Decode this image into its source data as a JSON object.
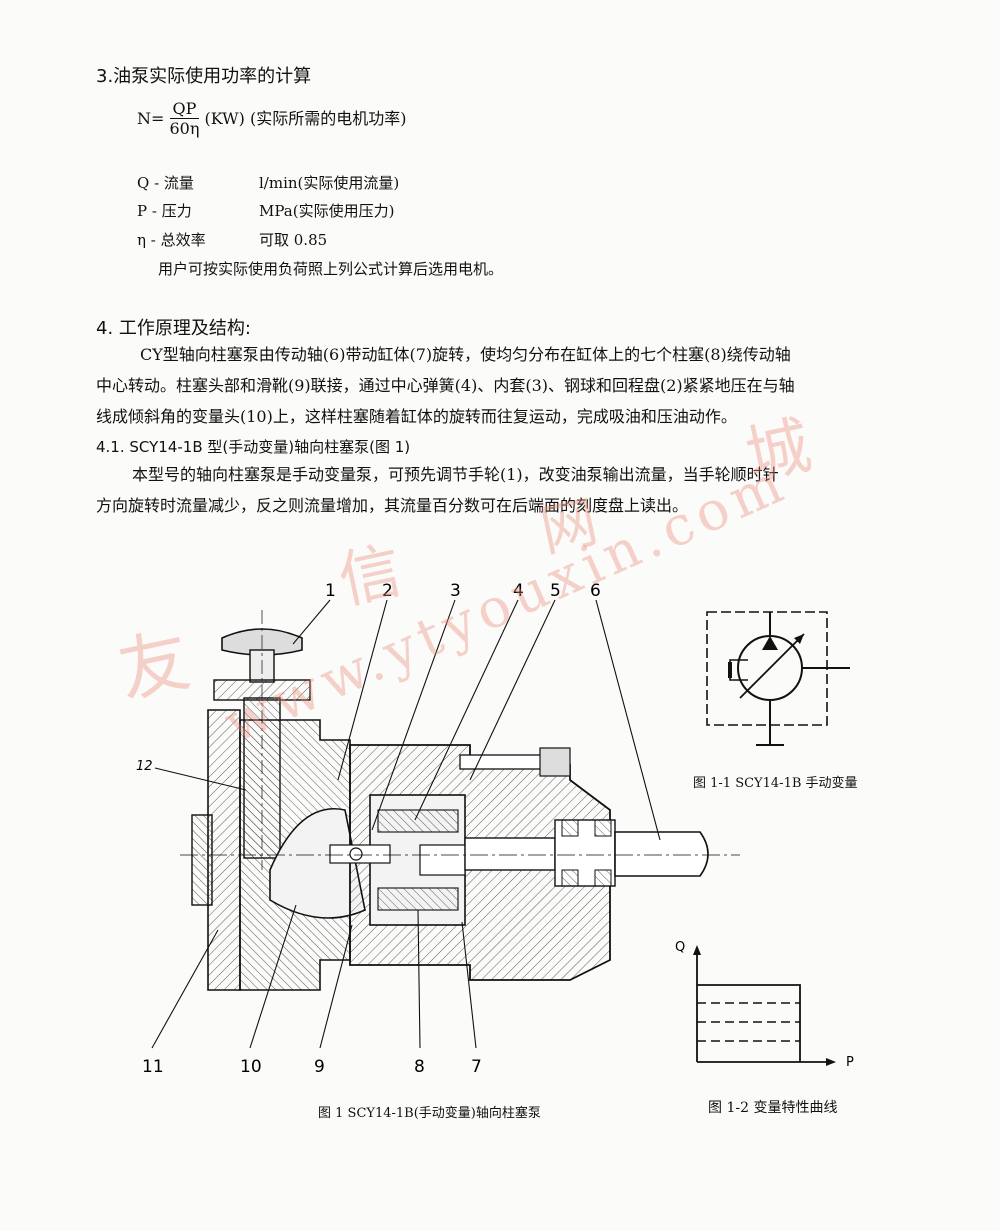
{
  "section3": {
    "title": "3.油泵实际使用功率的计算",
    "formula": {
      "lhs": "N=",
      "numerator": "QP",
      "denominator": "60η",
      "unit": "(KW)",
      "note": "(实际所需的电机功率)"
    },
    "definitions": [
      {
        "symbol": "Q - 流量",
        "desc": "l/min(实际使用流量)"
      },
      {
        "symbol": "P - 压力",
        "desc": "MPa(实际使用压力)"
      },
      {
        "symbol": "η - 总效率",
        "desc": "可取 0.85"
      }
    ],
    "note": "用户可按实际使用负荷照上列公式计算后选用电机。"
  },
  "section4": {
    "title": "4. 工作原理及结构:",
    "paragraph_lines": [
      "CY型轴向柱塞泵由传动轴(6)带动缸体(7)旋转，使均匀分布在缸体上的七个柱塞(8)绕传动轴",
      "中心转动。柱塞头部和滑靴(9)联接，通过中心弹簧(4)、内套(3)、钢球和回程盘(2)紧紧地压在与轴",
      "线成倾斜角的变量头(10)上，这样柱塞随着缸体的旋转而往复运动，完成吸油和压油动作。"
    ]
  },
  "section41": {
    "title": "4.1.  SCY14-1B 型(手动变量)轴向柱塞泵(图 1)",
    "paragraph_lines": [
      "本型号的轴向柱塞泵是手动变量泵，可预先调节手轮(1)，改变油泵输出流量，当手轮顺时针",
      "方向旋转时流量减少，反之则流量增加，其流量百分数可在后端面的刻度盘上读出。"
    ]
  },
  "figure1": {
    "caption": "图 1  SCY14-1B(手动变量)轴向柱塞泵",
    "top_labels": [
      "1",
      "2",
      "3",
      "4",
      "5",
      "6"
    ],
    "left_label": "12",
    "bottom_labels": [
      "11",
      "10",
      "9",
      "8",
      "7"
    ]
  },
  "figure1_1": {
    "caption": "图 1-1  SCY14-1B 手动变量"
  },
  "figure1_2": {
    "caption": "图 1-2 变量特性曲线",
    "y_axis": "Q",
    "x_axis": "P"
  },
  "watermark": {
    "chars": [
      "友",
      "信",
      "网",
      "城"
    ],
    "url": "www.ytyouxin.com"
  }
}
